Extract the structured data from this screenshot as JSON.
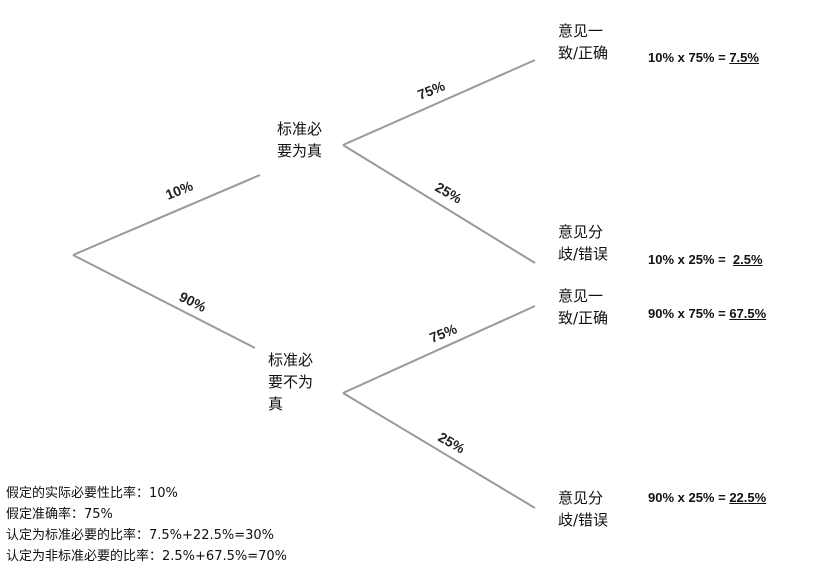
{
  "nodes": {
    "root_upper": [
      "标准必",
      "要为真"
    ],
    "root_lower": [
      "标准必",
      "要不为",
      "真"
    ],
    "leaf1": [
      "意见一",
      "致/正确"
    ],
    "leaf2": [
      "意见分",
      "歧/错误"
    ],
    "leaf3": [
      "意见一",
      "致/正确"
    ],
    "leaf4": [
      "意见分",
      "歧/错误"
    ]
  },
  "edges": {
    "upper": "10%",
    "lower": "90%",
    "u_agree": "75%",
    "u_disagree": "25%",
    "l_agree": "75%",
    "l_disagree": "25%"
  },
  "calcs": [
    {
      "expr": "10% x 75% = ",
      "result": "7.5%"
    },
    {
      "expr": "10% x 25% =  ",
      "result": "2.5%"
    },
    {
      "expr": "90% x 75% = ",
      "result": "67.5%"
    },
    {
      "expr": "90% x 25% = ",
      "result": "22.5%"
    }
  ],
  "notes": [
    "假定的实际必要性比率：10%",
    "假定准确率：75%",
    "认定为标准必要的比率：7.5%+22.5%=30%",
    "认定为非标准必要的比率：2.5%+67.5%=70%"
  ]
}
